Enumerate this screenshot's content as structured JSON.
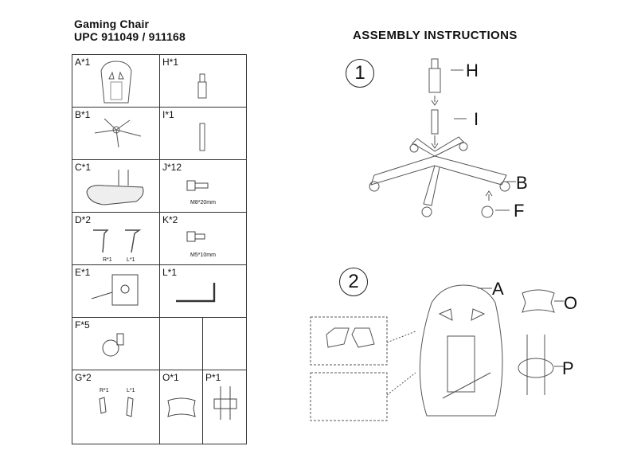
{
  "header": {
    "product": "Gaming Chair",
    "upc": "UPC 911049 / 911168",
    "assembly": "ASSEMBLY INSTRUCTIONS"
  },
  "parts": [
    {
      "id": "A",
      "label": "A*1"
    },
    {
      "id": "H",
      "label": "H*1"
    },
    {
      "id": "B",
      "label": "B*1"
    },
    {
      "id": "I",
      "label": "I*1"
    },
    {
      "id": "C",
      "label": "C*1"
    },
    {
      "id": "J",
      "label": "J*12",
      "note": "M8*20mm"
    },
    {
      "id": "D",
      "label": "D*2",
      "notes": [
        "R*1",
        "L*1"
      ]
    },
    {
      "id": "K",
      "label": "K*2",
      "note": "M5*10mm"
    },
    {
      "id": "E",
      "label": "E*1"
    },
    {
      "id": "L",
      "label": "L*1"
    },
    {
      "id": "F",
      "label": "F*5"
    },
    {
      "id": "G",
      "label": "G*2",
      "notes": [
        "R*1",
        "L*1"
      ]
    },
    {
      "id": "O",
      "label": "O*1"
    },
    {
      "id": "P",
      "label": "P*1"
    }
  ],
  "steps": [
    {
      "number": "1",
      "callouts": [
        "H",
        "I",
        "B",
        "F"
      ]
    },
    {
      "number": "2",
      "callouts": [
        "A",
        "O",
        "P"
      ]
    }
  ]
}
